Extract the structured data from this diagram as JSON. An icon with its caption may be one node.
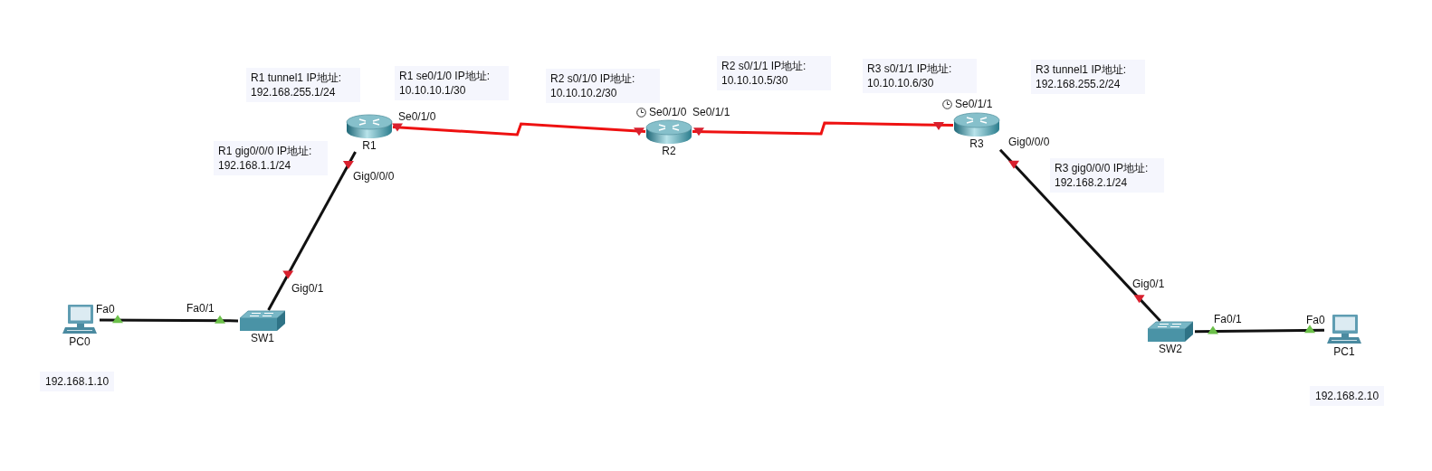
{
  "diagram": {
    "nodes": [
      {
        "text": [
          "PC0"
        ],
        "beside": [
          "192.168.1.10"
        ]
      },
      {
        "text": [
          "SW1"
        ]
      },
      {
        "text": [
          "R1"
        ]
      },
      {
        "text": [
          "R2"
        ]
      },
      {
        "text": [
          "R3"
        ]
      },
      {
        "text": [
          "SW2"
        ]
      },
      {
        "text": [
          "PC1"
        ],
        "beside": [
          "192.168.2.10"
        ]
      }
    ],
    "edges": [
      {
        "from": 0,
        "to": 1,
        "arrow": "other"
      },
      {
        "from": 1,
        "to": 2,
        "arrow": "other"
      },
      {
        "from": 2,
        "to": 3,
        "arrow": "other",
        "color": "#ee1111"
      },
      {
        "from": 3,
        "to": 4,
        "arrow": "other",
        "color": "#ee1111"
      },
      {
        "from": 4,
        "to": 5,
        "arrow": "other"
      },
      {
        "from": 5,
        "to": 6,
        "arrow": "other"
      }
    ],
    "labels": [
      "R1 tunnel1 IP地址: 192.168.255.1/24",
      "R1 se0/1/0 IP地址: 10.10.10.1/30",
      "R2 s0/1/0 IP地址: 10.10.10.2/30",
      "R2 s0/1/1 IP地址: 10.10.10.5/30",
      "R3 s0/1/1 IP地址: 10.10.10.6/30",
      "R3 tunnel1 IP地址: 192.168.255.2/24",
      "Se0/1/0",
      "Se0/1/0",
      "Se0/1/1",
      "Se0/1/1",
      "R1 gig0/0/0 IP地址: 192.168.1.1/24",
      "Gig0/0/0",
      "Gig0/0/0",
      "R3 gig0/0/0 IP地址: 192.168.2.1/24",
      "Gig0/1",
      "Gig0/1",
      "Fa0",
      "Fa0/1",
      "Fa0/1",
      "Fa0"
    ]
  }
}
